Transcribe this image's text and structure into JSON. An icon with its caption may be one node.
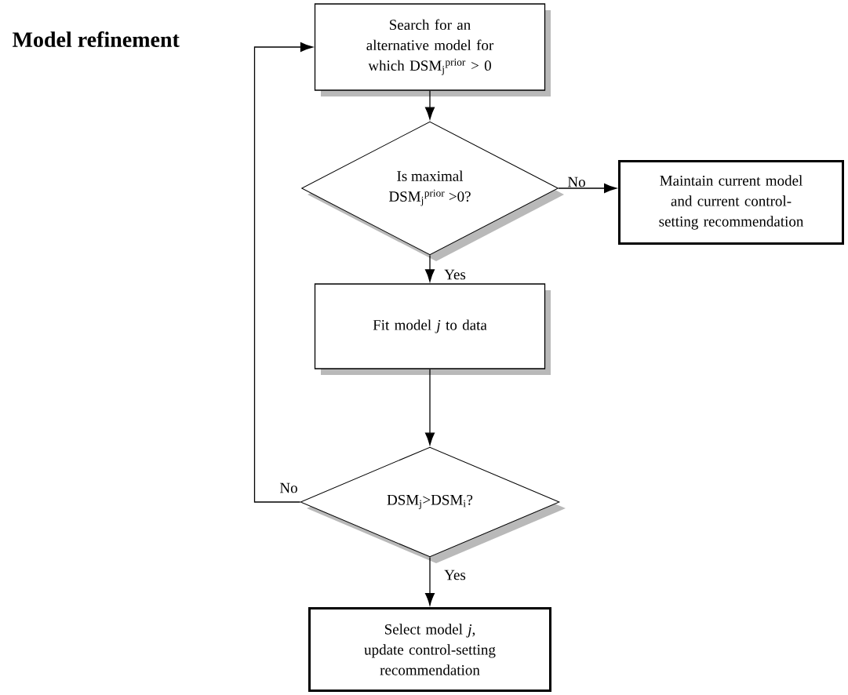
{
  "diagram": {
    "title": "Model refinement",
    "nodes": [
      {
        "text": [
          "Search for an alternative model for which DSM$_{j}$$^{prior}$ > 0"
        ]
      },
      {
        "text": [
          "Is maximal DSM$_{j}$$^{prior}$ >0?"
        ]
      },
      {
        "text": [
          "Maintain current model and current control-setting recommendation"
        ]
      },
      {
        "text": [
          "Fit model *j* to data"
        ]
      },
      {
        "text": [
          "DSM$_{j}$>DSM$_{i}$?"
        ]
      },
      {
        "text": [
          "Select model *j*, update control-setting recommendation"
        ]
      }
    ],
    "edges": [
      {
        "from": 0,
        "to": 1,
        "arrow": "to"
      },
      {
        "from": 1,
        "to": 2,
        "arrow": "to",
        "label": "No"
      },
      {
        "from": 1,
        "to": 3,
        "arrow": "to",
        "label": "Yes"
      },
      {
        "from": 3,
        "to": 4,
        "arrow": "to"
      },
      {
        "from": 4,
        "to": 5,
        "arrow": "to",
        "label": "Yes"
      },
      {
        "from": 4,
        "to": 0,
        "arrow": "to",
        "label": "No"
      }
    ]
  }
}
